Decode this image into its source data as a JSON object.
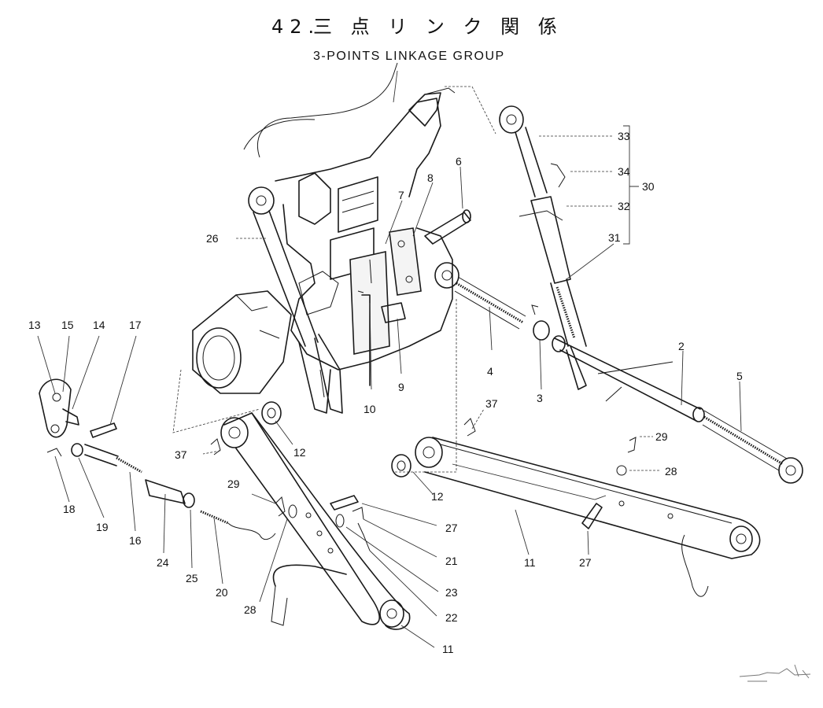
{
  "title": {
    "number": "42.",
    "jp": "三 点 リ ン ク 関 係",
    "en": "3-POINTS LINKAGE GROUP"
  },
  "callouts": {
    "c2": "2",
    "c3": "3",
    "c4": "4",
    "c5": "5",
    "c6": "6",
    "c7": "7",
    "c8": "8",
    "c9": "9",
    "c10": "10",
    "c11a": "11",
    "c11b": "11",
    "c12a": "12",
    "c12b": "12",
    "c13": "13",
    "c14": "14",
    "c15": "15",
    "c16": "16",
    "c17": "17",
    "c18": "18",
    "c19": "19",
    "c20": "20",
    "c21": "21",
    "c22": "22",
    "c23": "23",
    "c24": "24",
    "c25": "25",
    "c26": "26",
    "c27a": "27",
    "c27b": "27",
    "c28a": "28",
    "c28b": "28",
    "c29a": "29",
    "c29b": "29",
    "c30": "30",
    "c31": "31",
    "c32": "32",
    "c33": "33",
    "c34": "34",
    "c37a": "37",
    "c37b": "37"
  }
}
